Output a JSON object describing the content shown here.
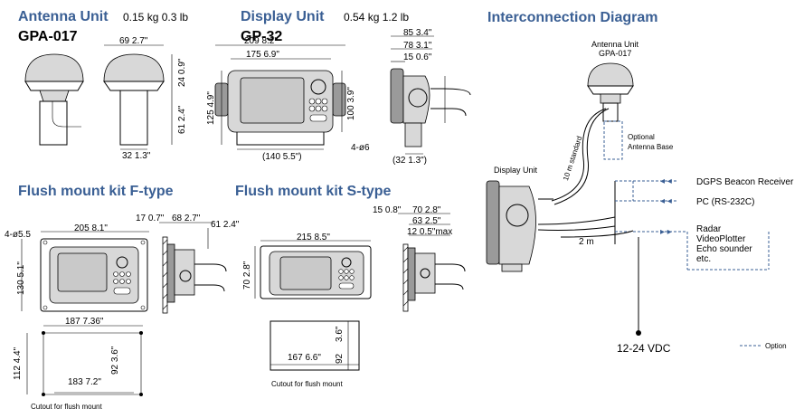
{
  "antenna": {
    "title": "Antenna Unit",
    "weight": "0.15 kg  0.3 lb",
    "model": "GPA-017",
    "dims": {
      "width": "69  2.7\"",
      "height_top": "24  0.9\"",
      "height": "61  2.4\"",
      "base": "32  1.3\""
    }
  },
  "display": {
    "title": "Display Unit",
    "weight": "0.54 kg  1.2 lb",
    "model": "GP-32",
    "dims": {
      "outer_width": "209  8.2\"",
      "inner_width": "175  6.9\"",
      "height_left": "125  4.9\"",
      "height_right": "100  3.9\"",
      "hole": "4-ø6",
      "bottom": "(140  5.5\")",
      "depth1": "85  3.4\"",
      "depth2": "78  3.1\"",
      "depth3": "15  0.6\"",
      "depth_bottom": "(32  1.3\")"
    }
  },
  "interconnection": {
    "title": "Interconnection Diagram",
    "antenna_label": "Antenna Unit",
    "antenna_model": "GPA-017",
    "optional_base": "Optional\nAntenna Base",
    "cable_standard": "10 m standard",
    "display_label": "Display Unit",
    "cable_2m": "2 m",
    "outputs": [
      "DGPS Beacon Receiver",
      "PC (RS-232C)",
      "Radar\nVideoPlotter\nEcho sounder\netc."
    ],
    "power": "12-24 VDC",
    "legend": "Option"
  },
  "flush_f": {
    "title": "Flush mount kit F-type",
    "dims": {
      "hole": "4-ø5.5",
      "width": "205  8.1\"",
      "height": "130  5.1\"",
      "cut_width": "187  7.36\"",
      "cut_inner_w": "183  7.2\"",
      "cut_h": "112  4.4\"",
      "cut_inner_h": "92  3.6\"",
      "side1": "17  0.7\"",
      "side2": "68  2.7\"",
      "side3": "61  2.4\""
    },
    "cutout_label": "Cutout for flush mount"
  },
  "flush_s": {
    "title": "Flush mount kit S-type",
    "dims": {
      "width": "215  8.5\"",
      "height": "70  2.8\"",
      "cut_w": "167  6.6\"",
      "cut_h1": "3.6\"",
      "cut_h2": "92",
      "side1": "15  0.8\"",
      "side2": "70  2.8\"",
      "side3": "63  2.5\"",
      "side4": "12  0.5\"max"
    },
    "cutout_label": "Cutout for flush mount"
  }
}
